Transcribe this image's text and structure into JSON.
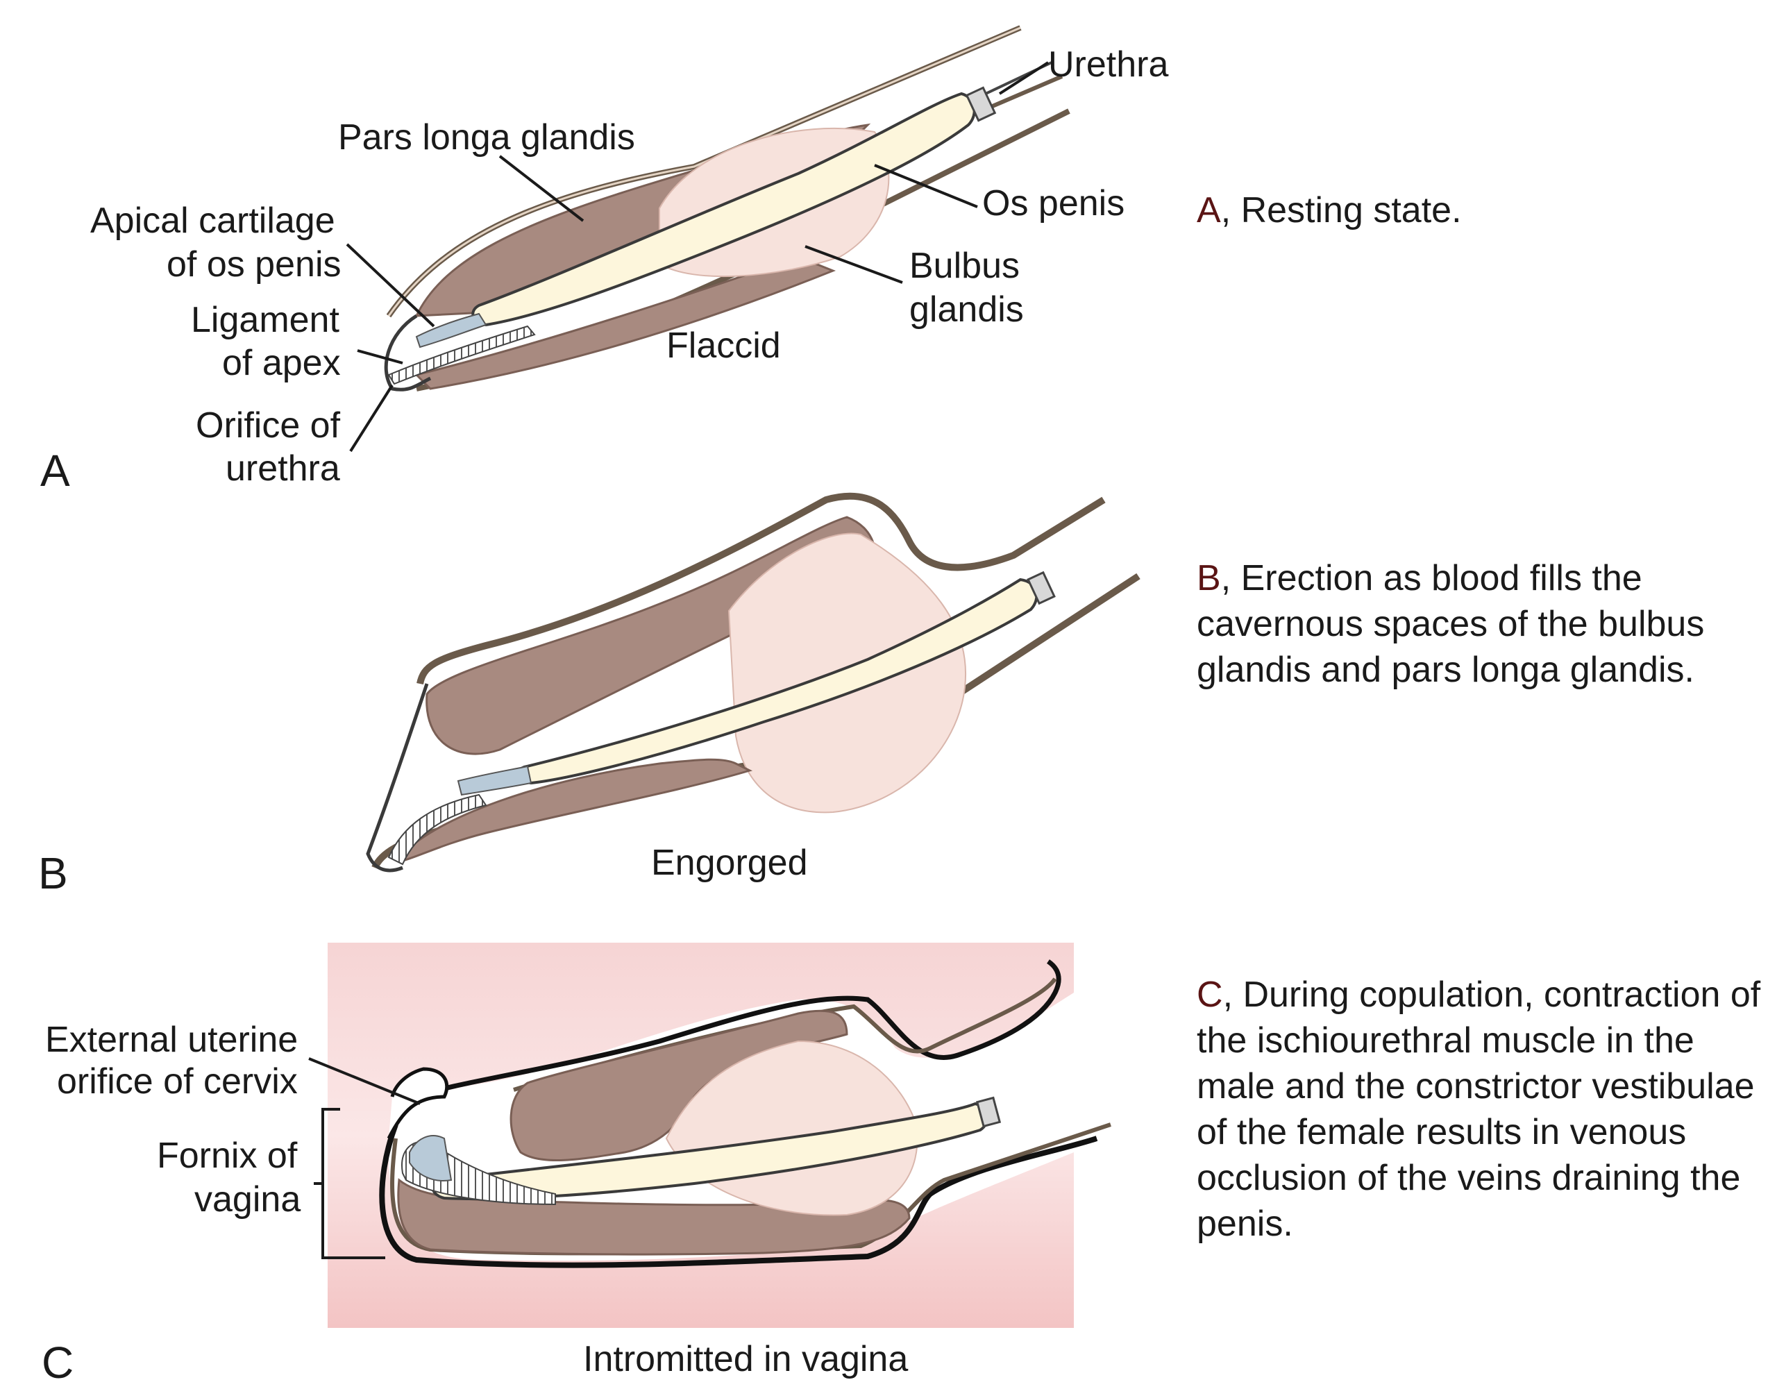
{
  "panels": {
    "a": {
      "letter": "A",
      "state": "Flaccid",
      "labels": {
        "urethra": "Urethra",
        "pars_longa": "Pars longa glandis",
        "apical_line1": "Apical cartilage",
        "apical_line2": "of os penis",
        "ligament_line1": "Ligament",
        "ligament_line2": "of apex",
        "orifice_line1": "Orifice of",
        "orifice_line2": "urethra",
        "os_penis": "Os penis",
        "bulbus_line1": "Bulbus",
        "bulbus_line2": "glandis"
      },
      "caption_letter": "A",
      "caption_text": ", Resting state."
    },
    "b": {
      "letter": "B",
      "state": "Engorged",
      "caption_letter": "B",
      "caption_text": ", Erection as blood fills the cavernous spaces of the bulbus glandis and pars longa glandis."
    },
    "c": {
      "letter": "C",
      "state": "Intromitted in vagina",
      "labels": {
        "external_line1": "External uterine",
        "external_line2": "orifice of cervix",
        "fornix_line1": "Fornix of",
        "fornix_line2": "vagina"
      },
      "caption_letter": "C",
      "caption_text": ", During copulation, contraction of the ischiourethral muscle in the male and the constrictor vestibulae of the female results in venous occlusion of the veins draining the penis."
    }
  },
  "colors": {
    "tissue": "#a88a80",
    "bulbus": "#f7e2dc",
    "bone": "#fdf6dc",
    "sheath": "#e4d4c4",
    "cartilage": "#b8cad8",
    "vagina": "#f3c9c9",
    "caption_letter": "#5a1414"
  }
}
